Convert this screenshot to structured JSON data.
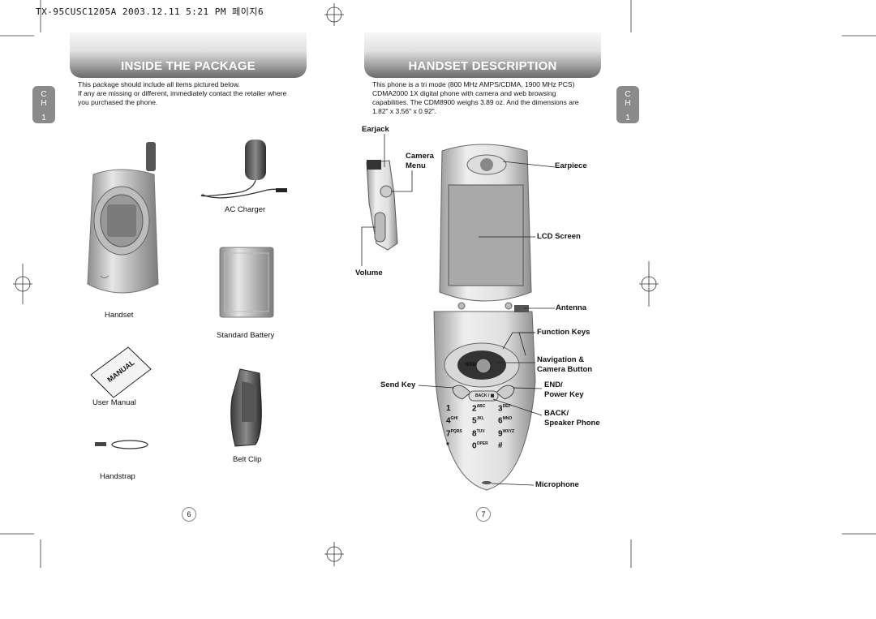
{
  "header": {
    "print_line": "TX-95CUSC1205A  2003.12.11 5:21 PM 페이지6"
  },
  "left_page": {
    "title": "INSIDE THE PACKAGE",
    "chapter_tab": {
      "letters": "C\nH",
      "number": "1"
    },
    "intro": [
      "This package should include all items pictured below.",
      "If any are missing or different, immediately contact the retailer where",
      "you purchased the phone."
    ],
    "items": [
      {
        "name": "handset",
        "caption": "Handset"
      },
      {
        "name": "ac-charger",
        "caption": "AC Charger"
      },
      {
        "name": "standard-battery",
        "caption": "Standard Battery"
      },
      {
        "name": "user-manual",
        "caption": "User Manual",
        "cover_text": "MANUAL"
      },
      {
        "name": "belt-clip",
        "caption": "Belt Clip"
      },
      {
        "name": "handstrap",
        "caption": "Handstrap"
      }
    ],
    "page_number": "6"
  },
  "right_page": {
    "title": "HANDSET DESCRIPTION",
    "chapter_tab": {
      "letters": "C\nH",
      "number": "1"
    },
    "intro": [
      "This phone is a tri mode (800 MHz AMPS/CDMA, 1900 MHz PCS)",
      "CDMA2000 1X digital phone with camera and web browsing",
      "capabilities. The CDM8900 weighs 3.89 oz. And the dimensions are",
      "1.82\" x 3.56\" x 0.92\"."
    ],
    "labels": {
      "earjack": "Earjack",
      "camera_menu": [
        "Camera",
        "Menu"
      ],
      "volume": "Volume",
      "earpiece": "Earpiece",
      "lcd_screen": "LCD Screen",
      "antenna": "Antenna",
      "function_keys": "Function Keys",
      "navigation_camera": [
        "Navigation &",
        "Camera Button"
      ],
      "send_key": "Send Key",
      "end_power": [
        "END/",
        "Power Key"
      ],
      "back_speaker": [
        "BACK/",
        "Speaker Phone"
      ],
      "microphone": "Microphone"
    },
    "keypad": {
      "web": "WEB",
      "back": "BACK / ▩",
      "keys": [
        [
          "1",
          "2",
          "3"
        ],
        [
          "4",
          "5",
          "6"
        ],
        [
          "7",
          "8",
          "9"
        ],
        [
          "*",
          "0",
          "#"
        ]
      ],
      "letters": [
        [
          "",
          "ABC",
          "DEF"
        ],
        [
          "GHI",
          "JKL",
          "MNO"
        ],
        [
          "PQRS",
          "TUV",
          "WXYZ"
        ],
        [
          "",
          "OPER",
          ""
        ]
      ]
    },
    "page_number": "7"
  },
  "colors": {
    "banner_dark": "#6a6a6a",
    "tab_gray": "#8a8a8a",
    "phone_silver": "#c8c8c8"
  }
}
